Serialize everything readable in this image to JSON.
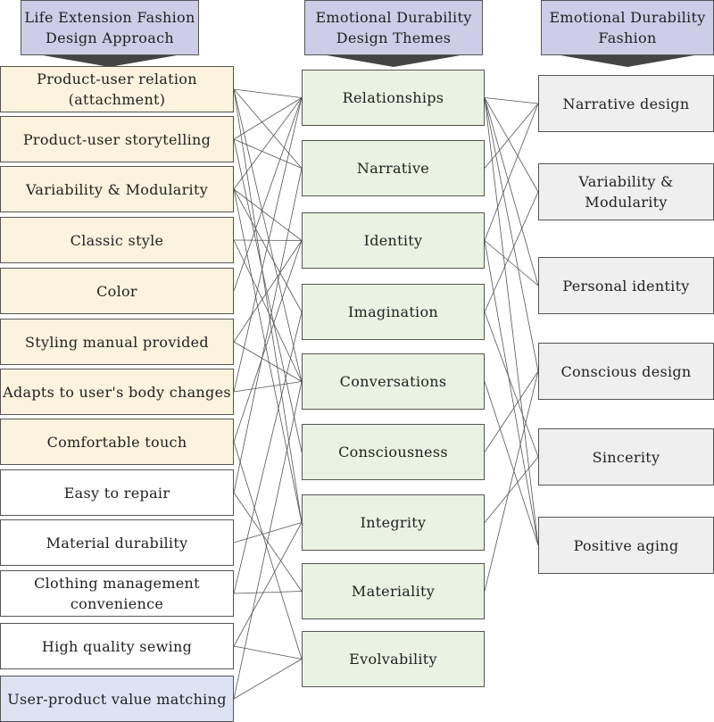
{
  "colors": {
    "header_fill": "#cdcde8",
    "approach_highlight": "#fbf3dd",
    "approach_plain": "#ffffff",
    "approach_last": "#dde3f3",
    "theme_fill": "#eaf3e1",
    "fashion_fill": "#efefef",
    "border": "#555555",
    "line": "#555555"
  },
  "headers": {
    "approach": [
      "Life Extension Fashion",
      "Design Approach"
    ],
    "themes": [
      "Emotional Durability",
      "Design Themes"
    ],
    "fashion": [
      "Emotional Durability",
      "Fashion"
    ]
  },
  "approach_items": [
    {
      "lines": [
        "Product-user relation",
        "(attachment)"
      ],
      "style": "highlight"
    },
    {
      "lines": [
        "Product-user storytelling"
      ],
      "style": "highlight"
    },
    {
      "lines": [
        "Variability & Modularity"
      ],
      "style": "highlight"
    },
    {
      "lines": [
        "Classic style"
      ],
      "style": "highlight"
    },
    {
      "lines": [
        "Color"
      ],
      "style": "highlight"
    },
    {
      "lines": [
        "Styling manual provided"
      ],
      "style": "highlight"
    },
    {
      "lines": [
        "Adapts to user's body changes"
      ],
      "style": "highlight"
    },
    {
      "lines": [
        "Comfortable touch"
      ],
      "style": "highlight"
    },
    {
      "lines": [
        "Easy to repair"
      ],
      "style": "plain"
    },
    {
      "lines": [
        "Material durability"
      ],
      "style": "plain"
    },
    {
      "lines": [
        "Clothing management",
        "convenience"
      ],
      "style": "plain"
    },
    {
      "lines": [
        "High quality sewing"
      ],
      "style": "plain"
    },
    {
      "lines": [
        "User-product value matching"
      ],
      "style": "last"
    }
  ],
  "theme_items": [
    {
      "lines": [
        "Relationships"
      ]
    },
    {
      "lines": [
        "Narrative"
      ]
    },
    {
      "lines": [
        "Identity"
      ]
    },
    {
      "lines": [
        "Imagination"
      ]
    },
    {
      "lines": [
        "Conversations"
      ]
    },
    {
      "lines": [
        "Consciousness"
      ]
    },
    {
      "lines": [
        "Integrity"
      ]
    },
    {
      "lines": [
        "Materiality"
      ]
    },
    {
      "lines": [
        "Evolvability"
      ]
    }
  ],
  "fashion_items": [
    {
      "lines": [
        "Narrative design"
      ]
    },
    {
      "lines": [
        "Variability &",
        "Modularity"
      ]
    },
    {
      "lines": [
        "Personal identity"
      ]
    },
    {
      "lines": [
        "Conscious design"
      ]
    },
    {
      "lines": [
        "Sincerity"
      ]
    },
    {
      "lines": [
        "Positive aging"
      ]
    }
  ],
  "left_links": [
    [
      0,
      0
    ],
    [
      0,
      1
    ],
    [
      0,
      4
    ],
    [
      0,
      6
    ],
    [
      1,
      0
    ],
    [
      1,
      1
    ],
    [
      1,
      5
    ],
    [
      2,
      0
    ],
    [
      2,
      2
    ],
    [
      2,
      3
    ],
    [
      2,
      6
    ],
    [
      3,
      2
    ],
    [
      3,
      4
    ],
    [
      4,
      0
    ],
    [
      5,
      2
    ],
    [
      5,
      4
    ],
    [
      6,
      0
    ],
    [
      6,
      4
    ],
    [
      7,
      2
    ],
    [
      7,
      8
    ],
    [
      8,
      1
    ],
    [
      8,
      7
    ],
    [
      9,
      6
    ],
    [
      10,
      3
    ],
    [
      10,
      7
    ],
    [
      11,
      6
    ],
    [
      11,
      8
    ],
    [
      12,
      4
    ],
    [
      12,
      8
    ]
  ],
  "right_links": [
    [
      0,
      0
    ],
    [
      0,
      1
    ],
    [
      0,
      2
    ],
    [
      0,
      3
    ],
    [
      0,
      5
    ],
    [
      1,
      0
    ],
    [
      2,
      0
    ],
    [
      2,
      2
    ],
    [
      2,
      5
    ],
    [
      3,
      1
    ],
    [
      3,
      4
    ],
    [
      4,
      5
    ],
    [
      5,
      3
    ],
    [
      6,
      4
    ],
    [
      7,
      3
    ]
  ]
}
